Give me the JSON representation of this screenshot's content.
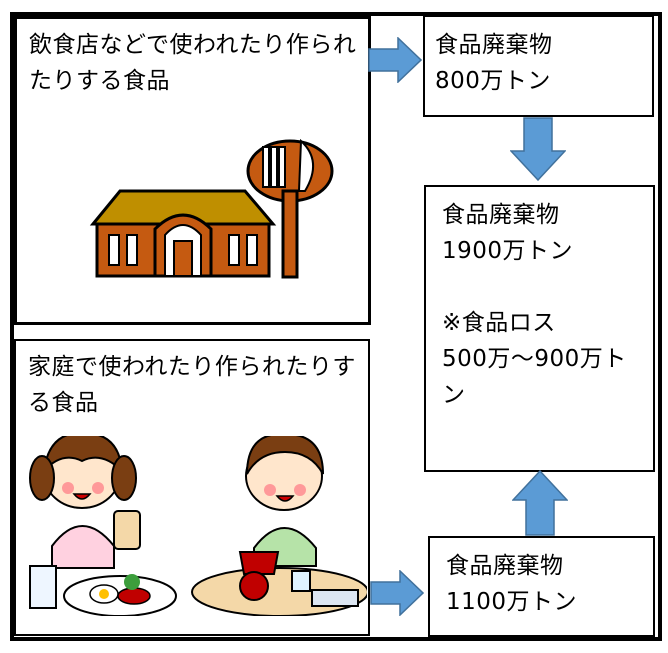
{
  "restaurant": {
    "label": "飲食店などで使われたり作られたりする食品"
  },
  "household": {
    "label": "家庭で使われたり作られたりする食品"
  },
  "waste_restaurant": {
    "title": "食品廃棄物",
    "amount": "800万トン"
  },
  "waste_total": {
    "title": "食品廃棄物",
    "amount": "1900万トン",
    "note": "※食品ロス",
    "loss": "500万～900万トン"
  },
  "waste_household": {
    "title": "食品廃棄物",
    "amount": "1100万トン"
  },
  "colors": {
    "arrow": "#5b9bd5",
    "arrow_edge": "#41719c",
    "building": "#c55a11",
    "roof": "#bf8f00"
  }
}
